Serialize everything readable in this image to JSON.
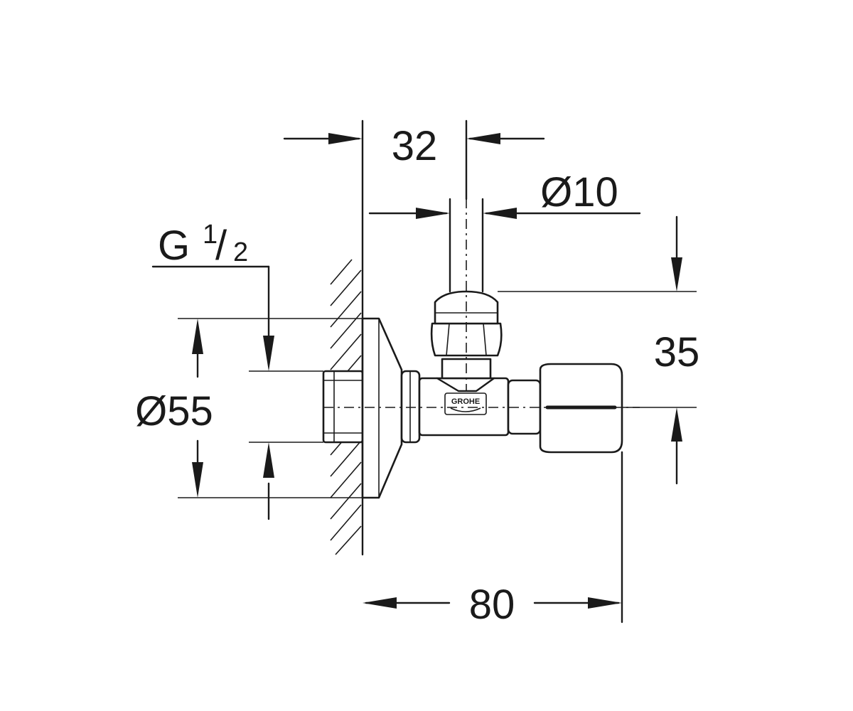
{
  "dimensions": {
    "top_width": "32",
    "pipe_diameter": "Ø10",
    "thread_main": "G",
    "thread_num": "1",
    "thread_slash": "/",
    "thread_den": "2",
    "rosette_diameter": "Ø55",
    "height": "35",
    "length": "80"
  },
  "logo": {
    "text": "GROHE"
  },
  "colors": {
    "stroke": "#1a1a1a",
    "background": "#ffffff"
  }
}
